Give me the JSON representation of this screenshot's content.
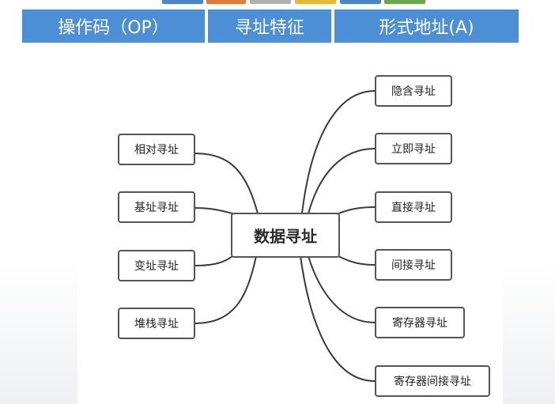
{
  "header": {
    "cells": [
      "操作码（OP）",
      "寻址特征",
      "形式地址(A)"
    ]
  },
  "tab_colors": [
    "#4a86c8",
    "#e07b3a",
    "#b0b0b0",
    "#e8b83a",
    "#4a86c8",
    "#6aa84f"
  ],
  "mindmap": {
    "center": "数据寻址",
    "left": [
      "相对寻址",
      "基址寻址",
      "变址寻址",
      "堆栈寻址"
    ],
    "right": [
      "隐含寻址",
      "立即寻址",
      "直接寻址",
      "间接寻址",
      "寄存器寻址",
      "寄存器间接寻址"
    ]
  }
}
